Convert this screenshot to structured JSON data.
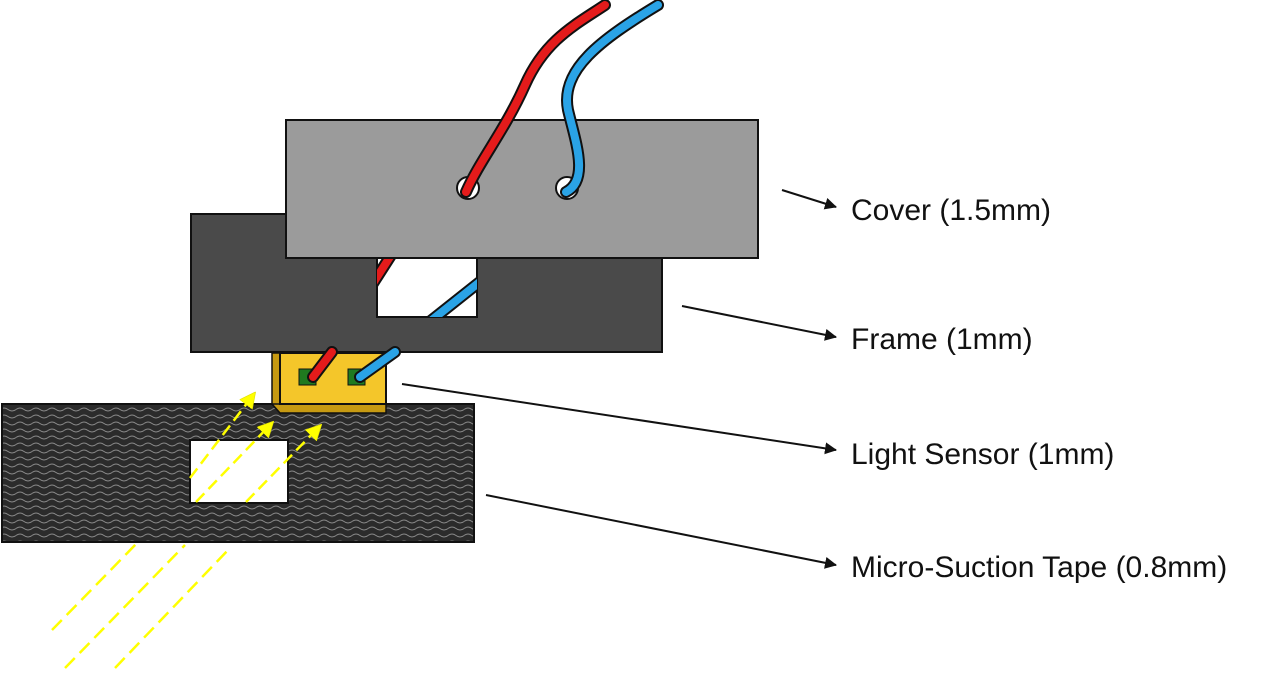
{
  "labels": {
    "cover": "Cover (1.5mm)",
    "frame": "Frame (1mm)",
    "light_sensor": "Light Sensor (1mm)",
    "tape": "Micro-Suction Tape (0.8mm)"
  },
  "colors": {
    "cover": "#9b9b9b",
    "frame": "#4a4a4a",
    "tape": "#2b2b2b",
    "sensor": "#f4c62a",
    "sensor_pad": "#1f7a1f",
    "wire_red": "#e41b1b",
    "wire_blue": "#2aa3e6",
    "light": "#ffff00",
    "outline": "#1a1a1a"
  }
}
